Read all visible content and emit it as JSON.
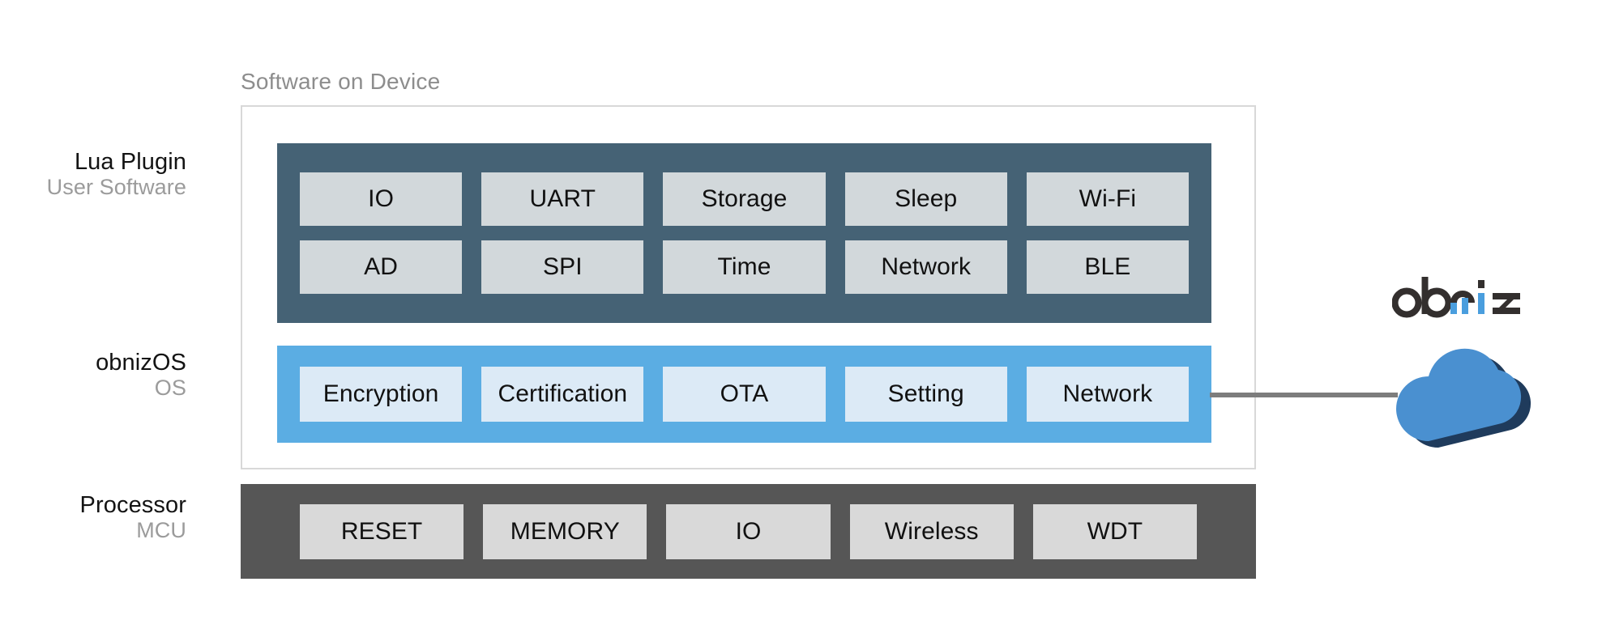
{
  "diagram": {
    "caption": "Software on Device",
    "rows": [
      {
        "id": "lua",
        "primary": "Lua Plugin",
        "secondary": "User Software",
        "panel_color": "#456275",
        "tile_color": "#d2d8db",
        "tiles_row1": [
          "IO",
          "UART",
          "Storage",
          "Sleep",
          "Wi-Fi"
        ],
        "tiles_row2": [
          "AD",
          "SPI",
          "Time",
          "Network",
          "BLE"
        ]
      },
      {
        "id": "obnizos",
        "primary": "obnizOS",
        "secondary": "OS",
        "panel_color": "#5bade3",
        "tile_color": "#dceaf6",
        "tiles": [
          "Encryption",
          "Certification",
          "OTA",
          "Setting",
          "Network"
        ]
      },
      {
        "id": "processor",
        "primary": "Processor",
        "secondary": "MCU",
        "panel_color": "#565656",
        "tile_color": "#d9d9d9",
        "tiles": [
          "RESET",
          "MEMORY",
          "IO",
          "Wireless",
          "WDT"
        ]
      }
    ],
    "cloud": {
      "name": "obniz-cloud",
      "logo_text": "obniz",
      "logo_dark_color": "#332f2e",
      "logo_accent_color": "#4a9ede",
      "cloud_color": "#4a90d0",
      "cloud_shadow_color": "#1f3b5c",
      "connector_color": "#7d7d7d"
    },
    "frame_border_color": "#d8d8d8",
    "caption_color": "#8d8d8d"
  }
}
